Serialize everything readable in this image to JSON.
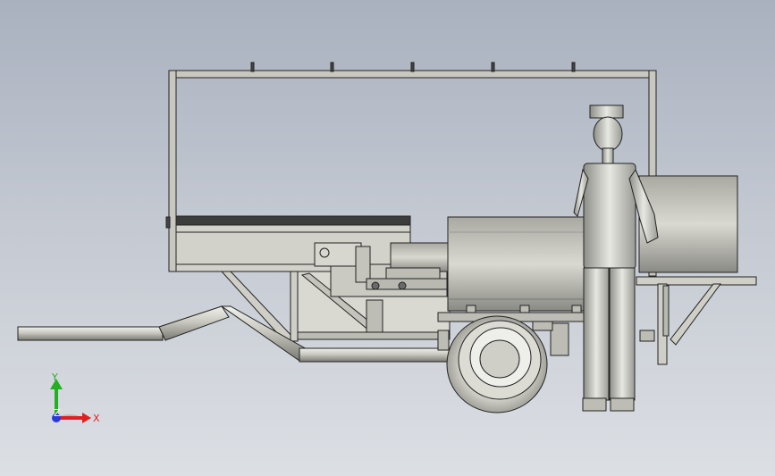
{
  "viewport": {
    "background_top": "#a9b1bf",
    "background_bottom": "#dcdfe4"
  },
  "triad": {
    "x_label": "X",
    "y_label": "Y",
    "z_label": "Z",
    "x_color": "#e02020",
    "y_color": "#22b022",
    "z_color": "#2a3ad8"
  },
  "model": {
    "metal_color": "#c4c4bc",
    "edge_color": "#222222"
  }
}
